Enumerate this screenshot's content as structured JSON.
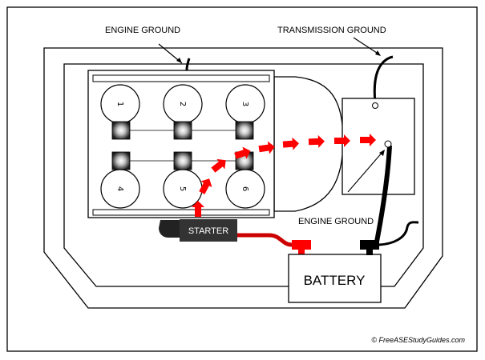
{
  "labels": {
    "engine_ground_top": "ENGINE GROUND",
    "transmission_ground": "TRANSMISSION GROUND",
    "engine_ground_right": "ENGINE GROUND",
    "starter": "STARTER",
    "battery": "BATTERY",
    "copyright": "© FreeASEStudyGuides.com"
  },
  "cylinders": [
    "1",
    "2",
    "3",
    "4",
    "5",
    "6"
  ],
  "colors": {
    "current_arrow": "#ff0000",
    "starter_body": "#333333",
    "positive_terminal": "#ff0000",
    "negative_terminal": "#000000",
    "positive_cable": "#cc0000"
  }
}
